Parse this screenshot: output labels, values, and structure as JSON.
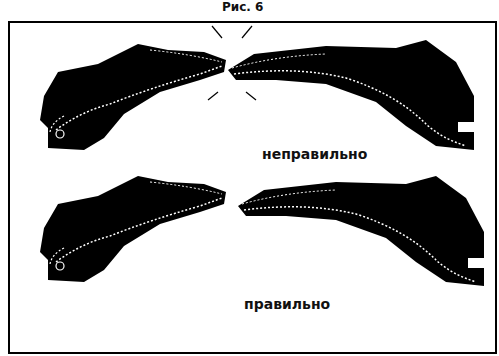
{
  "diagram": {
    "labels": [
      "Рис. 6",
      "неправильно",
      "правильно"
    ]
  }
}
